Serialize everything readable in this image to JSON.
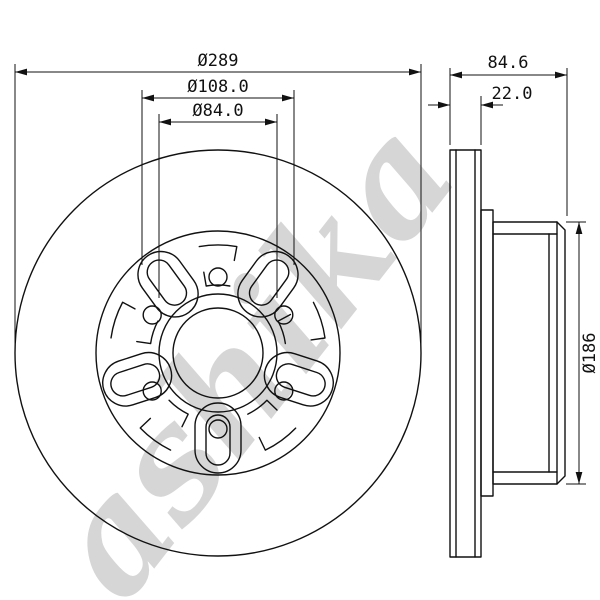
{
  "watermark_text": "ashika",
  "front_view": {
    "outer_diameter": "Ø289",
    "bolt_circle_diameter": "Ø108.0",
    "center_diameter": "Ø84.0"
  },
  "side_view": {
    "total_height": "84.6",
    "disc_thickness": "22.0",
    "hub_diameter": "Ø186"
  },
  "colors": {
    "line": "#111111",
    "watermark": "#d6d6d6",
    "background": "#ffffff"
  }
}
